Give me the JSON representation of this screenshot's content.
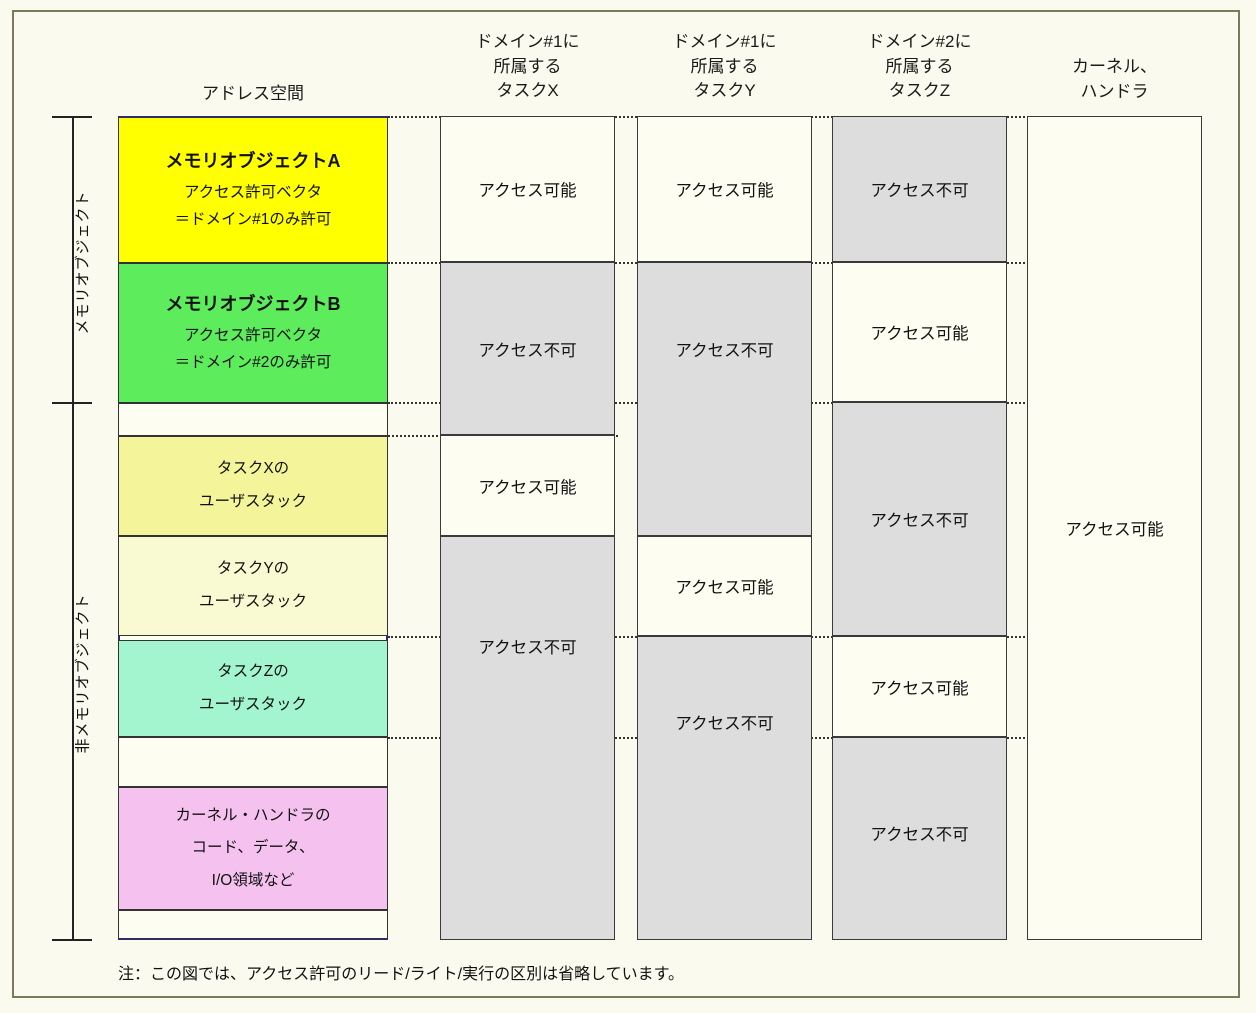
{
  "headers": {
    "address_space": "アドレス空間",
    "task_x": "ドメイン#1に\n所属する\nタスクX",
    "task_y": "ドメイン#1に\n所属する\nタスクY",
    "task_z": "ドメイン#2に\n所属する\nタスクZ",
    "kernel": "カーネル、\nハンドラ"
  },
  "side_labels": {
    "memory_object": "メモリオブジェクト",
    "non_memory_object": "非メモリオブジェクト"
  },
  "address_space": {
    "blocks": [
      {
        "name": "memory-object-a",
        "title": "メモリオブジェクトA",
        "line1": "アクセス許可ベクタ",
        "line2": "＝ドメイン#1のみ許可",
        "color": "#ffff00"
      },
      {
        "name": "memory-object-b",
        "title": "メモリオブジェクトB",
        "line1": "アクセス許可ベクタ",
        "line2": "＝ドメイン#2のみ許可",
        "color": "#5cec5c"
      },
      {
        "name": "task-x-user-stack",
        "line1": "タスクXの",
        "line2": "ユーザスタック",
        "color": "#f4f49a"
      },
      {
        "name": "task-y-user-stack",
        "line1": "タスクYの",
        "line2": "ユーザスタック",
        "color": "#fafad2"
      },
      {
        "name": "task-z-user-stack",
        "line1": "タスクZの",
        "line2": "ユーザスタック",
        "color": "#a3f5cf"
      },
      {
        "name": "kernel-handler-area",
        "line1": "カーネル・ハンドラの",
        "line2": "コード、データ、",
        "line3": "I/O領域など",
        "color": "#f5c2f0"
      }
    ]
  },
  "permissions": {
    "accessible": "アクセス可能",
    "inaccessible": "アクセス不可",
    "task_x": [
      {
        "label": "アクセス可能",
        "state": "accessible"
      },
      {
        "label": "アクセス不可",
        "state": "inaccessible"
      },
      {
        "label": "アクセス可能",
        "state": "accessible"
      },
      {
        "label": "アクセス不可",
        "state": "inaccessible"
      }
    ],
    "task_y": [
      {
        "label": "アクセス可能",
        "state": "accessible"
      },
      {
        "label": "アクセス不可",
        "state": "inaccessible"
      },
      {
        "label": "アクセス可能",
        "state": "accessible"
      },
      {
        "label": "アクセス不可",
        "state": "inaccessible"
      }
    ],
    "task_z": [
      {
        "label": "アクセス不可",
        "state": "inaccessible"
      },
      {
        "label": "アクセス可能",
        "state": "accessible"
      },
      {
        "label": "アクセス不可",
        "state": "inaccessible"
      },
      {
        "label": "アクセス可能",
        "state": "accessible"
      },
      {
        "label": "アクセス不可",
        "state": "inaccessible"
      }
    ],
    "kernel": [
      {
        "label": "アクセス可能",
        "state": "accessible"
      }
    ]
  },
  "footnote": "注：この図では、アクセス許可のリード/ライト/実行の区別は省略しています。",
  "colors": {
    "page_background": "#fbfaee",
    "frame_border": "#7a7a5a",
    "address_border": "#2a2a8a",
    "cell_border": "#3a3a3a",
    "inaccessible_fill": "#dddddd",
    "accessible_fill": "#fdfdf2"
  }
}
